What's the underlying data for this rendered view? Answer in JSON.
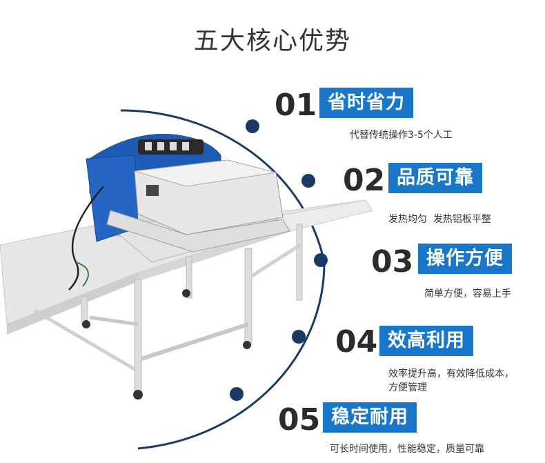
{
  "title": "五大核心优势",
  "accent_color": "#1877c9",
  "dot_color": "#1a3a66",
  "features": [
    {
      "number": "01",
      "title": "省时省力",
      "desc": "代替传统操作3-5个人工"
    },
    {
      "number": "02",
      "title": "品质可靠",
      "desc": "发热均匀  发热铝板平整"
    },
    {
      "number": "03",
      "title": "操作方便",
      "desc": "简单方便，容易上手"
    },
    {
      "number": "04",
      "title": "效高利用",
      "desc_line1": "效率提升高，有效降低成本，",
      "desc_line2": "方便管理"
    },
    {
      "number": "05",
      "title": "稳定耐用",
      "desc": "可长时间使用，性能稳定，质量可靠"
    }
  ],
  "machine_panel_labels": [
    "",
    "",
    "",
    ""
  ]
}
